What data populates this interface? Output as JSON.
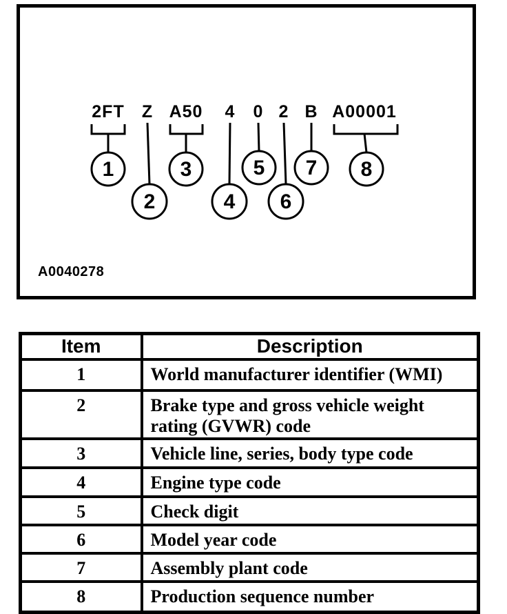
{
  "figure": {
    "figure_id": "A0040278",
    "vin_segments": [
      {
        "code": "2FT",
        "item": "1"
      },
      {
        "code": "Z",
        "item": "2"
      },
      {
        "code": "A50",
        "item": "3"
      },
      {
        "code": "4",
        "item": "4"
      },
      {
        "code": "0",
        "item": "5"
      },
      {
        "code": "2",
        "item": "6"
      },
      {
        "code": "B",
        "item": "7"
      },
      {
        "code": "A00001",
        "item": "8"
      }
    ]
  },
  "table": {
    "headers": {
      "item": "Item",
      "description": "Description"
    },
    "rows": [
      {
        "item": "1",
        "description": "World manufacturer identifier (WMI)"
      },
      {
        "item": "2",
        "description": "Brake type and gross vehicle weight rating (GVWR) code"
      },
      {
        "item": "3",
        "description": "Vehicle line, series, body type code"
      },
      {
        "item": "4",
        "description": "Engine type code"
      },
      {
        "item": "5",
        "description": "Check digit"
      },
      {
        "item": "6",
        "description": "Model year code"
      },
      {
        "item": "7",
        "description": "Assembly plant code"
      },
      {
        "item": "8",
        "description": "Production sequence number"
      }
    ]
  },
  "colors": {
    "ink": "#000000",
    "paper": "#ffffff"
  }
}
